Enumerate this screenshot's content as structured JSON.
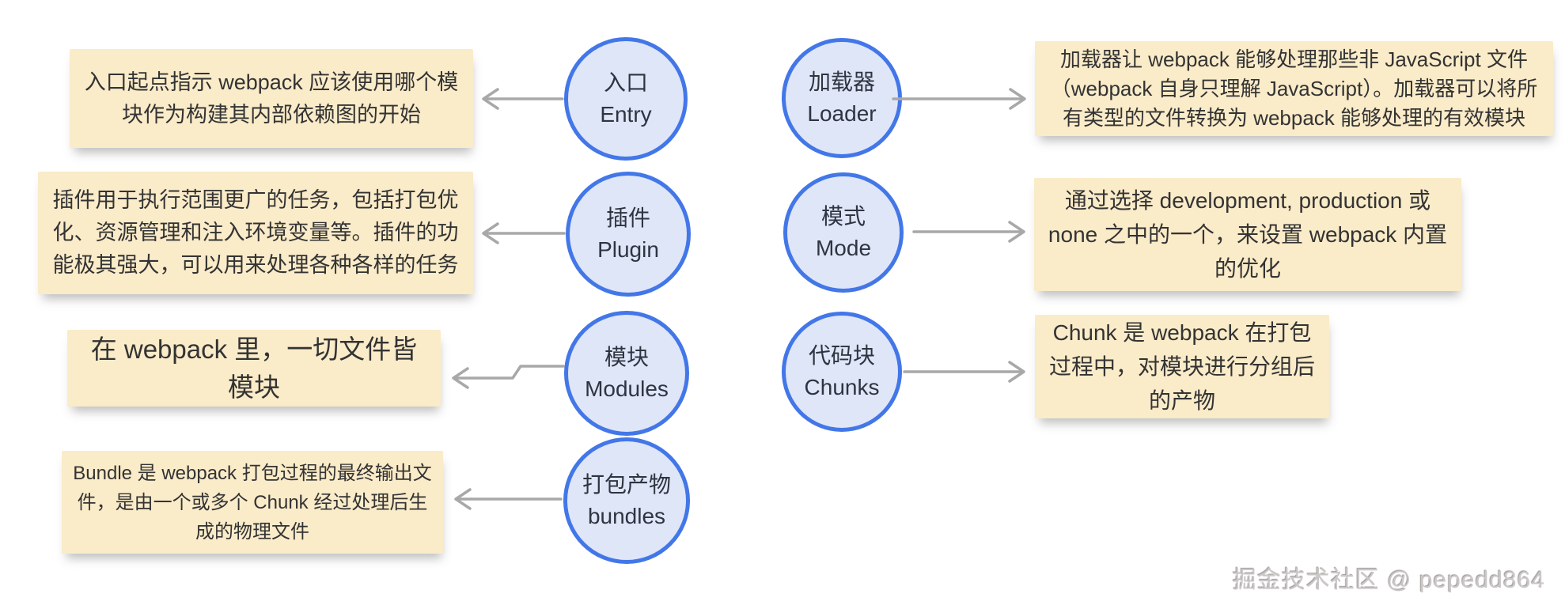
{
  "nodes": {
    "entry": {
      "zh": "入口",
      "en": "Entry"
    },
    "plugin": {
      "zh": "插件",
      "en": "Plugin"
    },
    "modules": {
      "zh": "模块",
      "en": "Modules"
    },
    "bundles": {
      "zh": "打包产物",
      "en": "bundles"
    },
    "loader": {
      "zh": "加载器",
      "en": "Loader"
    },
    "mode": {
      "zh": "模式",
      "en": "Mode"
    },
    "chunks": {
      "zh": "代码块",
      "en": "Chunks"
    }
  },
  "descriptions": {
    "entry": "入口起点指示 webpack 应该使用哪个模块作为构建其内部依赖图的开始",
    "plugin": "插件用于执行范围更广的任务，包括打包优化、资源管理和注入环境变量等。插件的功能极其强大，可以用来处理各种各样的任务",
    "modules": "在 webpack 里，一切文件皆模块",
    "bundles": "Bundle 是 webpack 打包过程的最终输出文件，是由一个或多个 Chunk 经过处理后生成的物理文件",
    "loader": "加载器让 webpack 能够处理那些非 JavaScript 文件（webpack 自身只理解 JavaScript）。加载器可以将所有类型的文件转换为 webpack 能够处理的有效模块",
    "mode": "通过选择 development, production 或 none 之中的一个，来设置 webpack 内置的优化",
    "chunks": "Chunk 是 webpack 在打包过程中，对模块进行分组后的产物"
  },
  "watermark": "掘金技术社区 @ pepedd864",
  "colors": {
    "node_fill": "#dfe6f8",
    "node_border": "#4377e8",
    "box_fill": "#faebc9",
    "arrow": "#a8a8a8",
    "text": "#333333"
  }
}
